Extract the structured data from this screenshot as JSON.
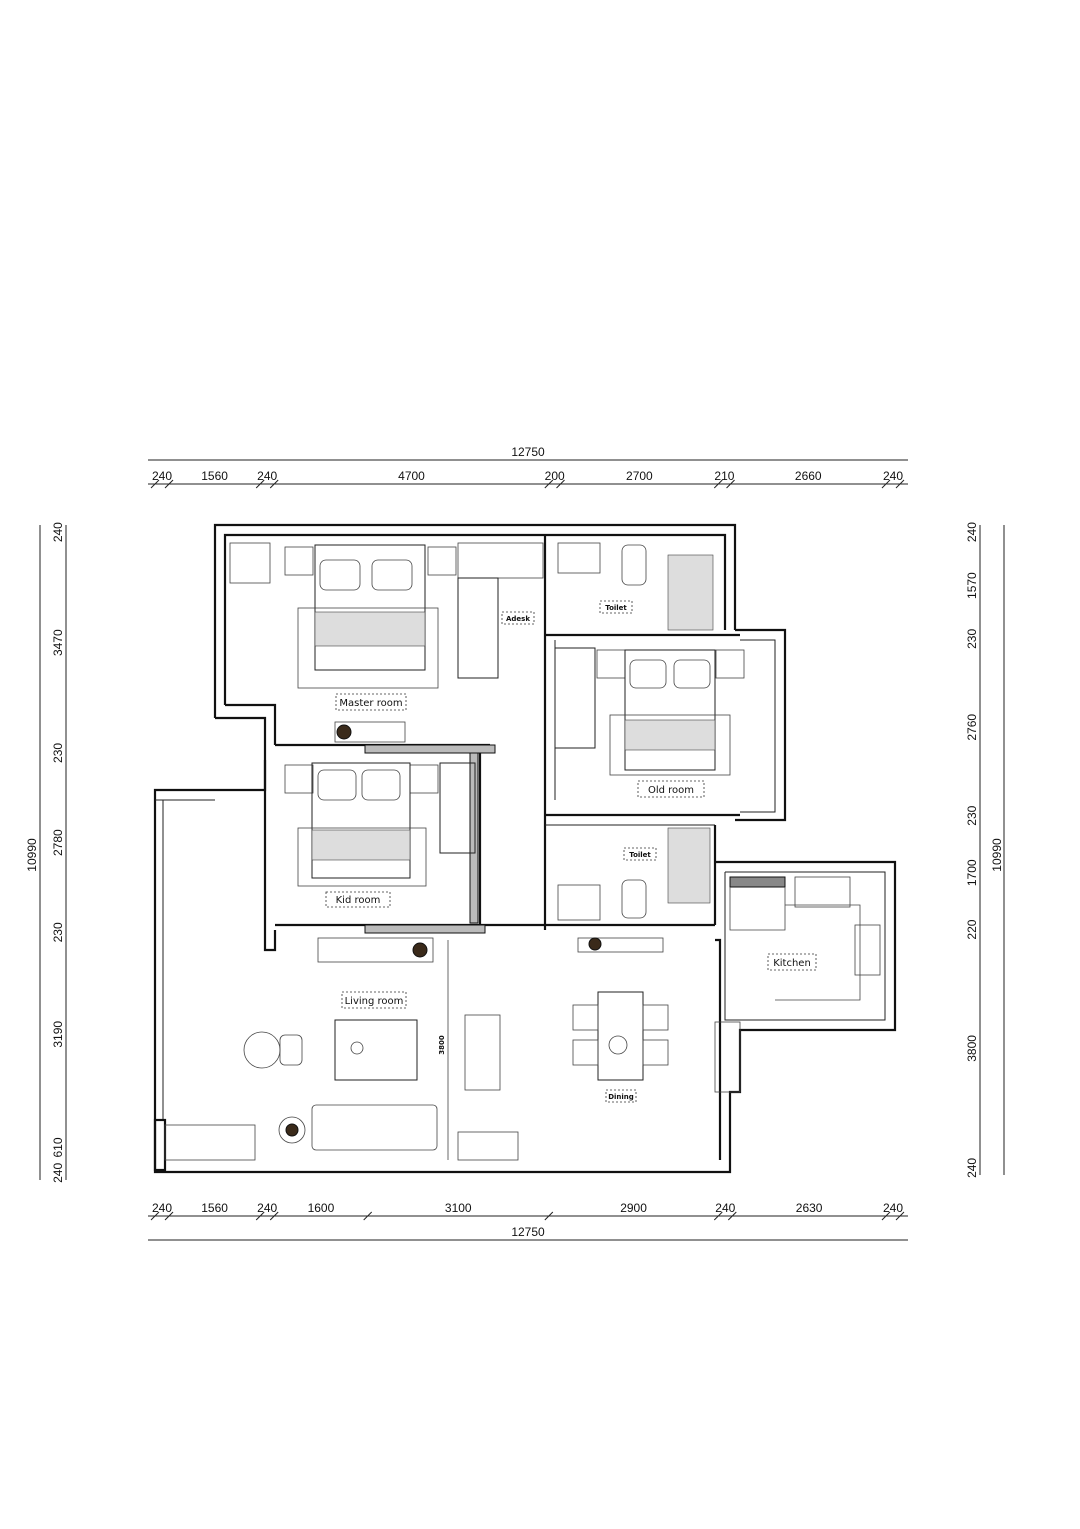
{
  "title": "Apartment floor plan",
  "dimensions": {
    "top_total": "12750",
    "top": [
      "240",
      "1560",
      "240",
      "4700",
      "200",
      "2700",
      "210",
      "2660",
      "240"
    ],
    "bottom": [
      "240",
      "1560",
      "240",
      "1600",
      "3100",
      "2900",
      "240",
      "2630",
      "240"
    ],
    "bottom_total": "12750",
    "left_total": "10990",
    "left": [
      "240",
      "3470",
      "230",
      "2780",
      "230",
      "3190",
      "610",
      "240"
    ],
    "right_total": "10990",
    "right": [
      "240",
      "1570",
      "230",
      "2760",
      "230",
      "1700",
      "220",
      "3800",
      "240"
    ],
    "interior": "3800"
  },
  "rooms": {
    "master": "Master room",
    "desk": "Adesk",
    "toilet1": "Toilet",
    "old": "Old room",
    "kid": "Kid room",
    "toilet2": "Toilet",
    "kitchen": "Kitchen",
    "living": "Living room",
    "dining": "Dining"
  }
}
